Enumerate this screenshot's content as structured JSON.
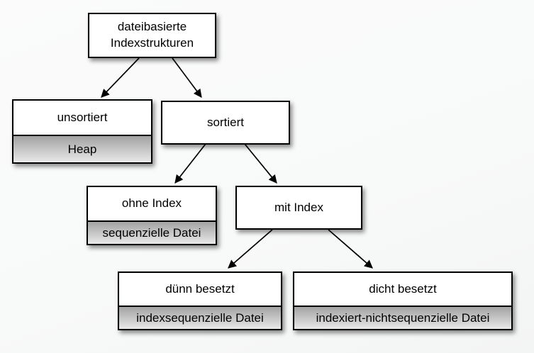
{
  "diagram": {
    "nodes": {
      "root": {
        "label": "dateibasierte Indexstrukturen"
      },
      "unsortiert": {
        "label": "unsortiert",
        "sublabel": "Heap"
      },
      "sortiert": {
        "label": "sortiert"
      },
      "ohne_index": {
        "label": "ohne Index",
        "sublabel": "sequenzielle Datei"
      },
      "mit_index": {
        "label": "mit Index"
      },
      "duenn_besetzt": {
        "label": "dünn besetzt",
        "sublabel": "indexsequenzielle Datei"
      },
      "dicht_besetzt": {
        "label": "dicht besetzt",
        "sublabel": "indexiert-nichtsequenzielle Datei"
      }
    },
    "edges": [
      {
        "from": "root",
        "to": "unsortiert"
      },
      {
        "from": "root",
        "to": "sortiert"
      },
      {
        "from": "sortiert",
        "to": "ohne_index"
      },
      {
        "from": "sortiert",
        "to": "mit_index"
      },
      {
        "from": "mit_index",
        "to": "duenn_besetzt"
      },
      {
        "from": "mit_index",
        "to": "dicht_besetzt"
      }
    ],
    "colors": {
      "background": "#f8f9f9",
      "box_fill": "#ffffff",
      "box_border": "#000000",
      "sublabel_gradient_top": "#a2a2a2",
      "sublabel_gradient_bottom": "#e9e9e9",
      "arrow": "#000000",
      "text": "#000000"
    }
  }
}
